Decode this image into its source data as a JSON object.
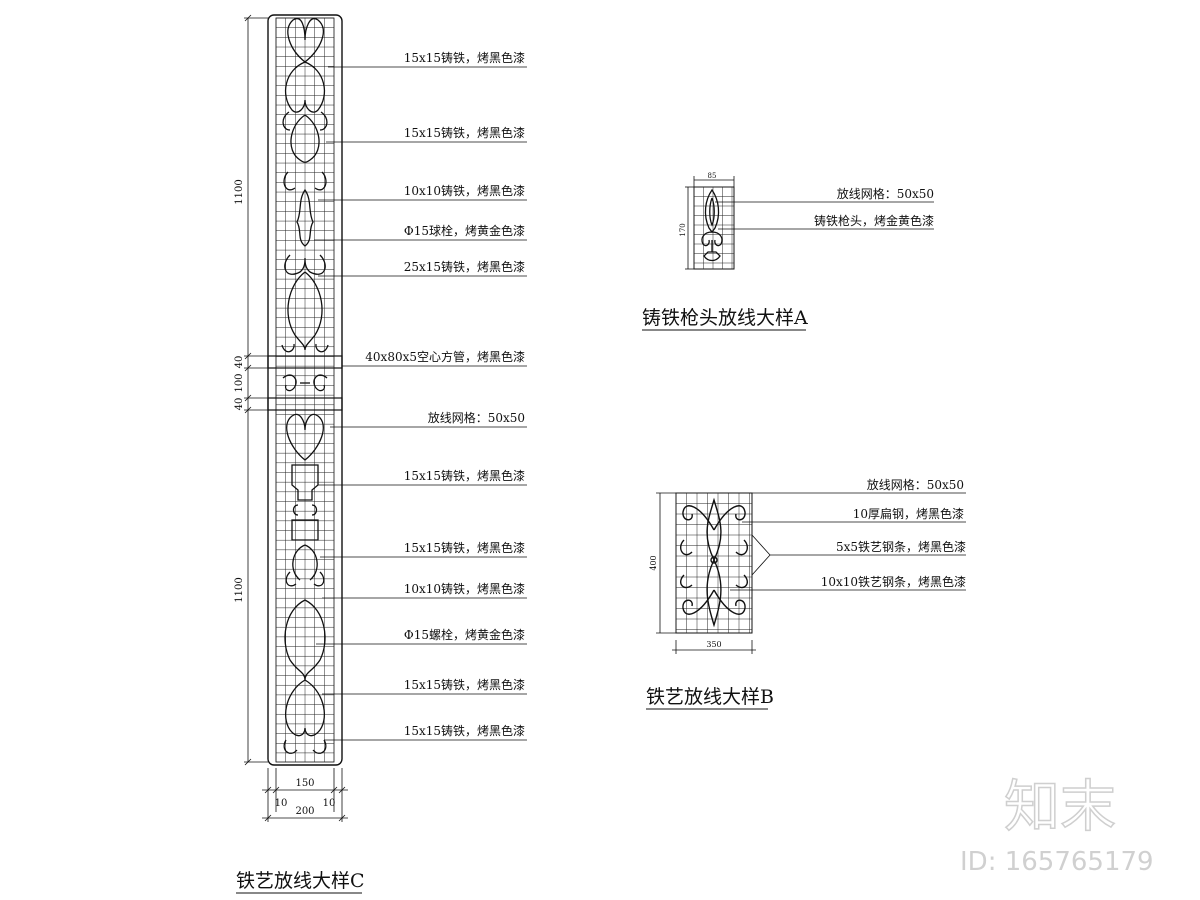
{
  "detail_c": {
    "title": "铁艺放线大样C",
    "callouts": [
      "15x15铸铁，烤黑色漆",
      "15x15铸铁，烤黑色漆",
      "10x10铸铁，烤黑色漆",
      "Φ15球栓，烤黄金色漆",
      "25x15铸铁，烤黑色漆",
      "40x80x5空心方管，烤黑色漆",
      "放线网格：50x50",
      "15x15铸铁，烤黑色漆",
      "15x15铸铁，烤黑色漆",
      "10x10铸铁，烤黑色漆",
      "Φ15螺栓，烤黄金色漆",
      "15x15铸铁，烤黑色漆",
      "15x15铸铁，烤黑色漆"
    ],
    "dims": {
      "top_height": "1100",
      "mid_1": "40",
      "mid_2": "100",
      "mid_3": "40",
      "bottom_height": "1100",
      "inner_width": "150",
      "left_offset": "10",
      "right_offset": "10",
      "total_width": "200"
    }
  },
  "detail_a": {
    "title": "铸铁枪头放线大样A",
    "callouts": [
      "放线网格：50x50",
      "铸铁枪头，烤金黄色漆"
    ],
    "dims": {
      "width": "85",
      "height": "170"
    }
  },
  "detail_b": {
    "title": "铁艺放线大样B",
    "callouts": [
      "放线网格：50x50",
      "10厚扁钢，烤黑色漆",
      "5x5铁艺钢条，烤黑色漆",
      "10x10铁艺钢条，烤黑色漆"
    ],
    "dims": {
      "width": "350",
      "height": "400"
    }
  },
  "watermark": {
    "logo": "知末",
    "id_text": "ID: 165765179"
  }
}
